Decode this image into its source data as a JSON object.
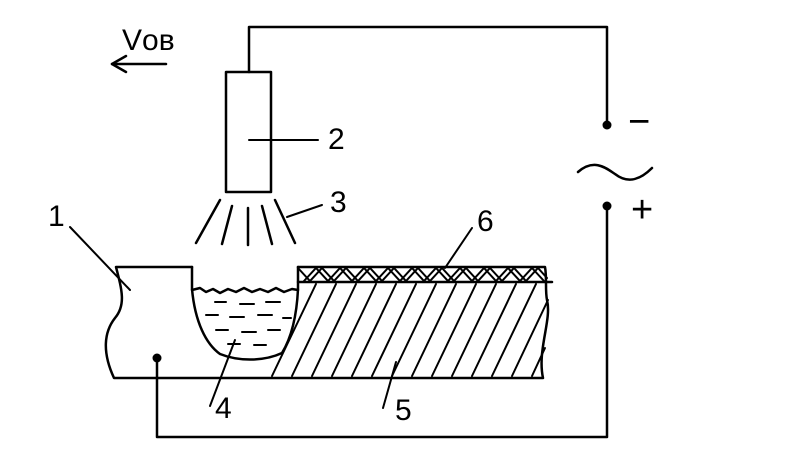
{
  "velocity_label": "Vов",
  "polarity": {
    "minus": "−",
    "plus": "+"
  },
  "labels": {
    "base_metal": "1",
    "electrode": "2",
    "arc": "3",
    "weld_pool": "4",
    "weld_seam": "5",
    "slag": "6"
  }
}
